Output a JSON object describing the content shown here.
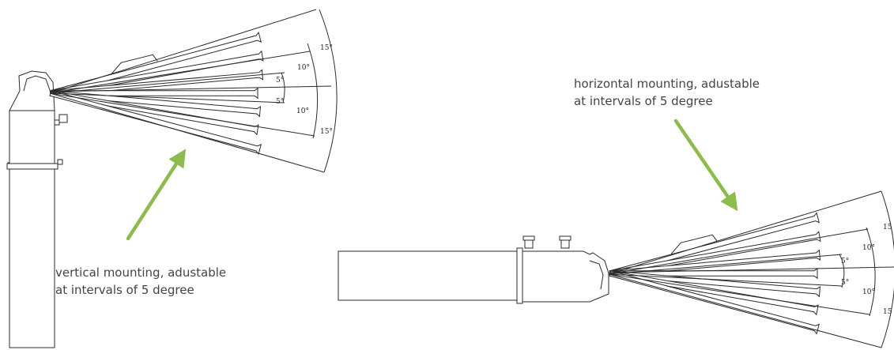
{
  "captions": {
    "horizontal": [
      "horizontal mounting, adustable",
      "at intervals of 5 degree"
    ],
    "vertical": [
      "vertical mounting, adustable",
      "at intervals of 5 degree"
    ]
  },
  "angle_labels": {
    "vertical": [
      "15°",
      "10°",
      "5°",
      "5°",
      "10°",
      "15°"
    ],
    "horizontal": [
      "15",
      "10°",
      "5°",
      "5°",
      "10°",
      "15"
    ]
  },
  "colors": {
    "arrow": "#8dbb4e",
    "lines": "#2b2b2b",
    "caption": "#444444"
  }
}
